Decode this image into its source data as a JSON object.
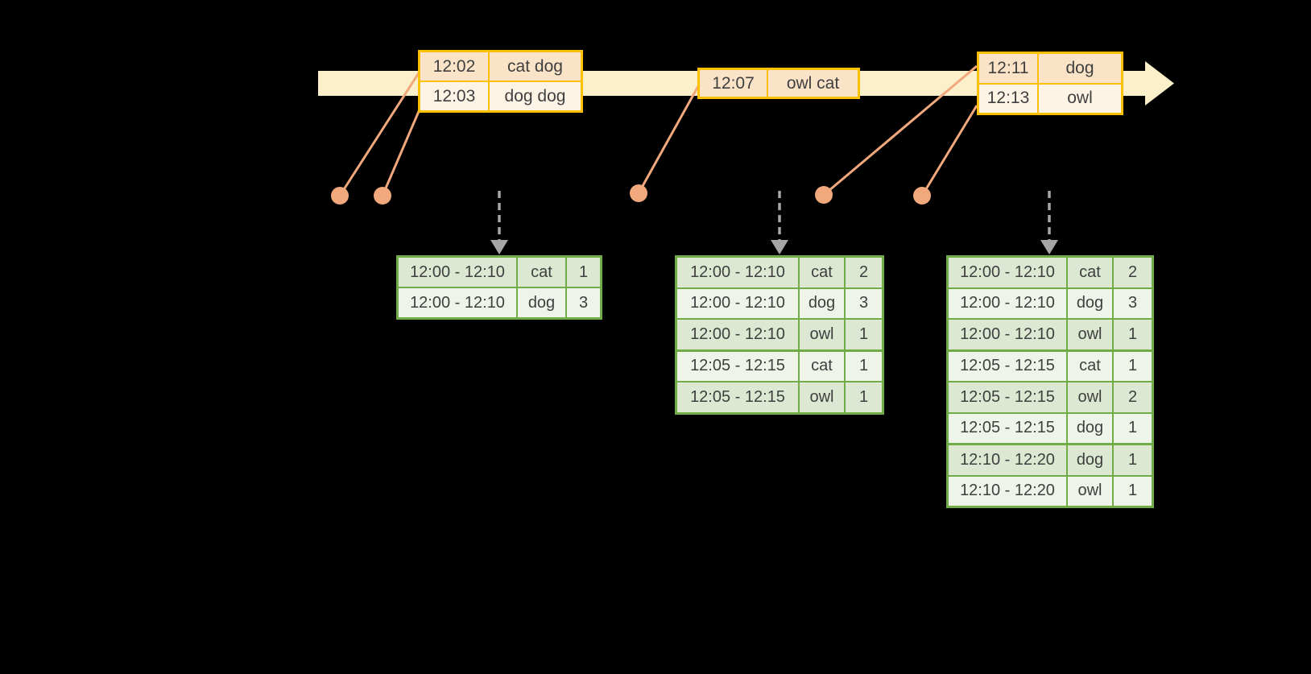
{
  "colors": {
    "bg": "#000000",
    "band": "#FBF0C9",
    "event-border": "#FFC000",
    "event-row-dark": "#FBE3C8",
    "event-row-light": "#FEF4E6",
    "accent": "#F0A87C",
    "arrow-gray": "#A6A6A6",
    "result-border": "#70AD47",
    "result-row-dark": "#DCE8D2",
    "result-row-light": "#EFF4EA",
    "text": "#3F3F3F"
  },
  "event_tables": [
    {
      "rows": [
        {
          "time": "12:02",
          "words": "cat dog"
        },
        {
          "time": "12:03",
          "words": "dog dog"
        }
      ]
    },
    {
      "rows": [
        {
          "time": "12:07",
          "words": "owl cat"
        }
      ]
    },
    {
      "rows": [
        {
          "time": "12:11",
          "words": "dog"
        },
        {
          "time": "12:13",
          "words": "owl"
        }
      ]
    }
  ],
  "result_tables": [
    {
      "groups": [
        {
          "rows": [
            {
              "window": "12:00 - 12:10",
              "word": "cat",
              "count": 1
            },
            {
              "window": "12:00 - 12:10",
              "word": "dog",
              "count": 3
            }
          ]
        }
      ]
    },
    {
      "groups": [
        {
          "rows": [
            {
              "window": "12:00 - 12:10",
              "word": "cat",
              "count": 2
            },
            {
              "window": "12:00 - 12:10",
              "word": "dog",
              "count": 3
            },
            {
              "window": "12:00 - 12:10",
              "word": "owl",
              "count": 1
            }
          ]
        },
        {
          "rows": [
            {
              "window": "12:05 - 12:15",
              "word": "cat",
              "count": 1
            },
            {
              "window": "12:05 - 12:15",
              "word": "owl",
              "count": 1
            }
          ]
        }
      ]
    },
    {
      "groups": [
        {
          "rows": [
            {
              "window": "12:00 - 12:10",
              "word": "cat",
              "count": 2
            },
            {
              "window": "12:00 - 12:10",
              "word": "dog",
              "count": 3
            },
            {
              "window": "12:00 - 12:10",
              "word": "owl",
              "count": 1
            }
          ]
        },
        {
          "rows": [
            {
              "window": "12:05 - 12:15",
              "word": "cat",
              "count": 1
            },
            {
              "window": "12:05 - 12:15",
              "word": "owl",
              "count": 2
            },
            {
              "window": "12:05 - 12:15",
              "word": "dog",
              "count": 1
            }
          ]
        },
        {
          "rows": [
            {
              "window": "12:10 - 12:20",
              "word": "dog",
              "count": 1
            },
            {
              "window": "12:10 - 12:20",
              "word": "owl",
              "count": 1
            }
          ]
        }
      ]
    }
  ]
}
